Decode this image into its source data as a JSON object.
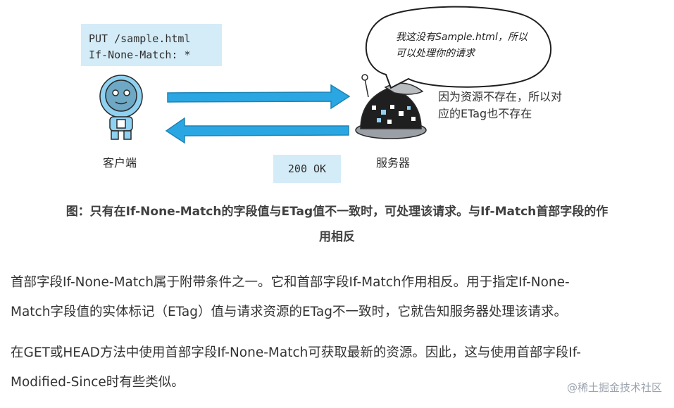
{
  "diagram": {
    "request_lines": [
      "PUT /sample.html",
      "If-None-Match: *"
    ],
    "response_label": "200 OK",
    "client_label": "客户端",
    "server_label": "服务器",
    "speech_bubble_lines": [
      "我这没有Sample.html，所以",
      "可以处理你的请求"
    ],
    "server_note_lines": [
      "因为资源不存在，所以对",
      "应的ETag也不存在"
    ]
  },
  "caption": {
    "lines": [
      "图：只有在If-None-Match的字段值与ETag值不一致时，可处理该请求。与If-Match首部字段的作",
      "用相反"
    ]
  },
  "paragraphs": [
    {
      "lines": [
        "首部字段If-None-Match属于附带条件之一。它和首部字段If-Match作用相反。用于指定If-None-",
        "Match字段值的实体标记（ETag）值与请求资源的ETag不一致时，它就告知服务器处理该请求。"
      ]
    },
    {
      "lines": [
        "在GET或HEAD方法中使用首部字段If-None-Match可获取最新的资源。因此，这与使用首部字段If-",
        "Modified-Since时有些类似。"
      ]
    }
  ],
  "watermark": "@稀土掘金技术社区",
  "colors": {
    "arrow_blue": "#2aa7e2",
    "box_fill": "#d4ecf7",
    "robot_light_blue": "#8fd1f0"
  }
}
